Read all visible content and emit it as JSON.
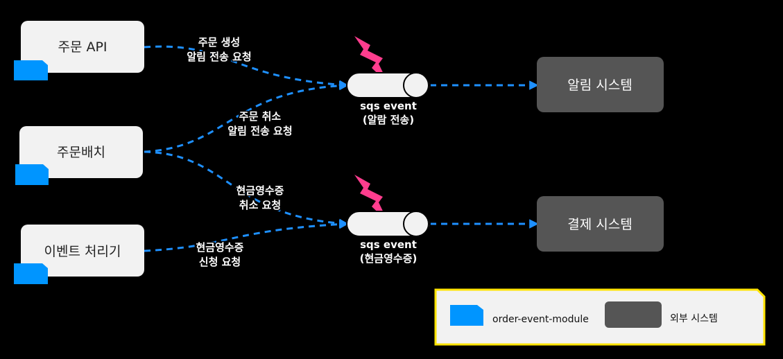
{
  "sources": [
    {
      "id": "order-api",
      "label": "주문 API"
    },
    {
      "id": "order-batch",
      "label": "주문배치"
    },
    {
      "id": "event-processor",
      "label": "이벤트 처리기"
    }
  ],
  "queues": [
    {
      "id": "notify",
      "label_line1": "sqs event",
      "label_line2": "(알람 전송)"
    },
    {
      "id": "receipt",
      "label_line1": "sqs event",
      "label_line2": "(현금영수증)"
    }
  ],
  "external_systems": [
    {
      "id": "notification",
      "label": "알림 시스템"
    },
    {
      "id": "payment",
      "label": "결제 시스템"
    }
  ],
  "edges": [
    {
      "id": "order-create",
      "line1": "주문 생성",
      "line2": "알림 전송 요청"
    },
    {
      "id": "order-cancel",
      "line1": "주문 취소",
      "line2": "알림 전송 요청"
    },
    {
      "id": "receipt-cancel",
      "line1": "현금영수증",
      "line2": "취소 요청"
    },
    {
      "id": "receipt-apply",
      "line1": "현금영수증",
      "line2": "신청 요청"
    }
  ],
  "legend": {
    "module_label": "order-event-module",
    "external_label": "외부 시스템"
  },
  "colors": {
    "background": "#000000",
    "source_box": "#f2f2f2",
    "module_tag": "#0095ff",
    "external_box": "#555555",
    "flow_line": "#1e90ff",
    "event_icon": "#ff3d8e",
    "legend_box": "#f2f2f2",
    "legend_border": "#ffe400"
  },
  "icons": [
    "folder-tab-icon",
    "lightning-icon"
  ]
}
